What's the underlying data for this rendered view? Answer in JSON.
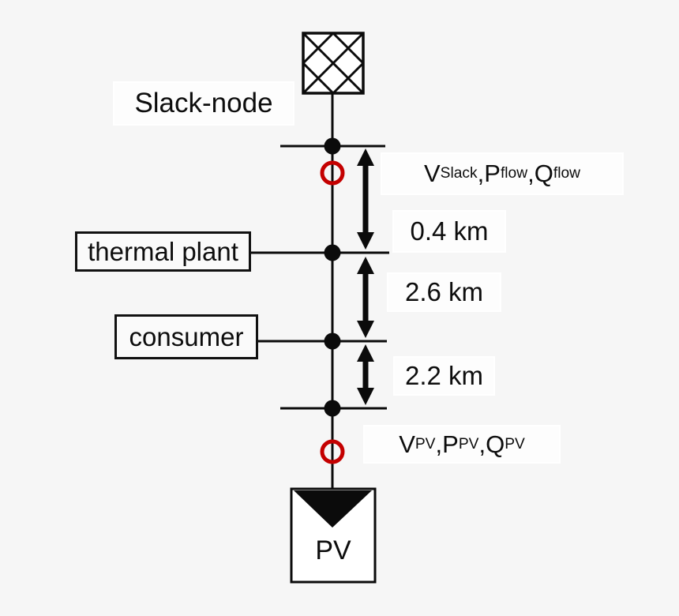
{
  "colors": {
    "background": "#f6f6f6",
    "line": "#0b0b0b",
    "measurement_circle_red": "#c40000",
    "label_box_bg": "#fdfdfd"
  },
  "nodes": {
    "slack_label": "Slack-node",
    "thermal_label": "thermal plant",
    "consumer_label": "consumer",
    "pv_label": "PV"
  },
  "segments": [
    {
      "length": "0.4 km"
    },
    {
      "length": "2.6 km"
    },
    {
      "length": "2.2 km"
    }
  ],
  "measurements": {
    "slack": {
      "v": "V",
      "v_sub": "Slack",
      "sep1": ", ",
      "p": "P",
      "p_sub": "flow",
      "sep2": ", ",
      "q": "Q",
      "q_sub": "flow"
    },
    "pv": {
      "v": "V",
      "v_sub": "PV",
      "sep1": ",",
      "p": "P",
      "p_sub": "PV",
      "sep2": ",",
      "q": "Q",
      "q_sub": "PV"
    }
  },
  "symbols": {
    "slack_source": "crosshatched-square",
    "bus_node": "filled-black-dot",
    "measurement_point": "red-open-circle",
    "segment_length": "double-headed-vertical-arrow",
    "pv_generator": "box-with-filled-down-triangle"
  }
}
